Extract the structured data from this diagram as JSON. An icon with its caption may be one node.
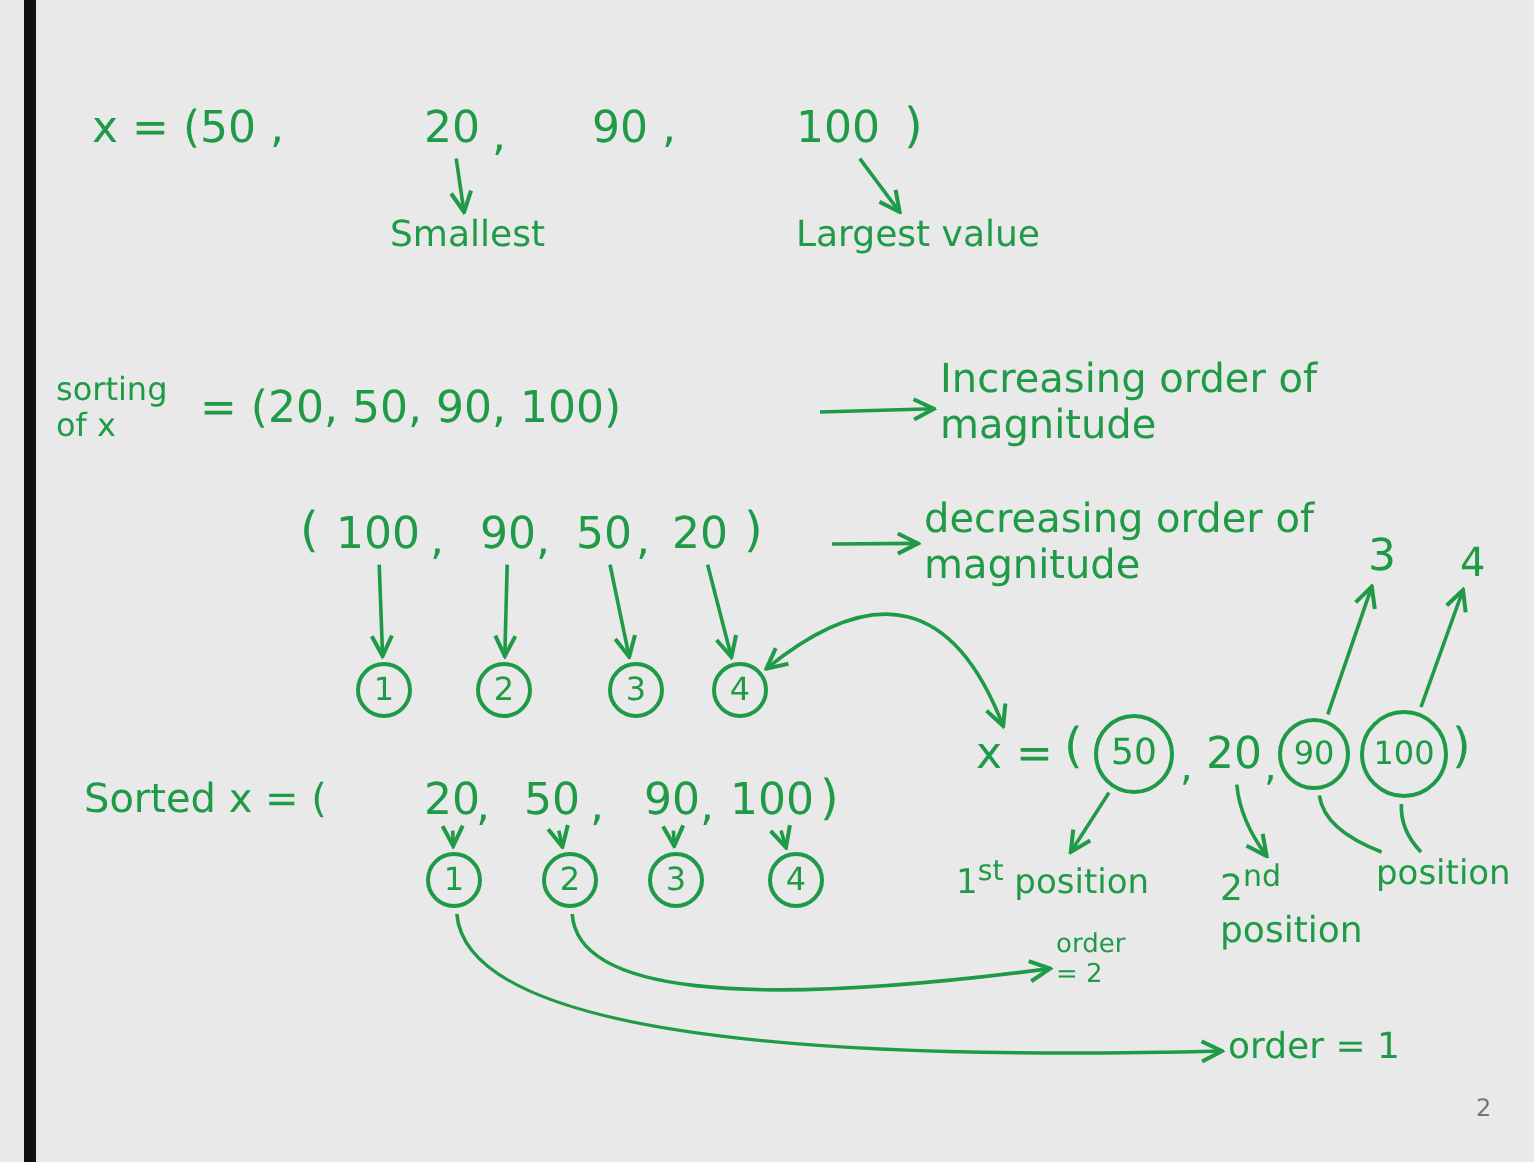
{
  "diagram": {
    "nodes": [
      {
        "text": [
          "20"
        ]
      },
      {
        "text": [
          "100"
        ]
      },
      {
        "text": [
          "Smallest"
        ]
      },
      {
        "text": [
          "Largest value"
        ]
      },
      {
        "text": [
          "Increasing order of magnitude"
        ]
      },
      {
        "text": [
          "100"
        ]
      },
      {
        "text": [
          "90"
        ]
      },
      {
        "text": [
          "50"
        ]
      },
      {
        "text": [
          "20"
        ]
      },
      {
        "text": [
          "decreasing order of magnitude"
        ]
      },
      {
        "text": [
          "1"
        ]
      },
      {
        "text": [
          "2"
        ]
      },
      {
        "text": [
          "3"
        ]
      },
      {
        "text": [
          "4"
        ]
      },
      {
        "text": [
          "20"
        ]
      },
      {
        "text": [
          "50"
        ]
      },
      {
        "text": [
          "90"
        ]
      },
      {
        "text": [
          "100"
        ]
      },
      {
        "text": [
          "1"
        ]
      },
      {
        "text": [
          "2"
        ]
      },
      {
        "text": [
          "3"
        ]
      },
      {
        "text": [
          "4"
        ]
      },
      {
        "text": [
          "x ="
        ]
      },
      {
        "text": [
          "50"
        ]
      },
      {
        "text": [
          "20"
        ]
      },
      {
        "text": [
          "90"
        ]
      },
      {
        "text": [
          "100"
        ]
      },
      {
        "text": [
          "3"
        ]
      },
      {
        "text": [
          "4"
        ]
      },
      {
        "text": [
          "1$^{st}$ position"
        ]
      },
      {
        "text": [
          "2$^{nd}$ position"
        ]
      },
      {
        "text": [
          "position"
        ]
      },
      {
        "text": [
          "order = 2"
        ]
      },
      {
        "text": [
          "order = 1"
        ]
      }
    ],
    "edges": [
      {
        "from": 0,
        "to": 2,
        "arrow": "to"
      },
      {
        "from": 1,
        "to": 3,
        "arrow": "to"
      },
      {
        "from": null,
        "to": 4,
        "arrow": "to"
      },
      {
        "from": null,
        "to": 9,
        "arrow": "to"
      },
      {
        "from": 5,
        "to": 10,
        "arrow": "to"
      },
      {
        "from": 6,
        "to": 11,
        "arrow": "to"
      },
      {
        "from": 7,
        "to": 12,
        "arrow": "to"
      },
      {
        "from": 8,
        "to": 13,
        "arrow": "to"
      },
      {
        "from": 13,
        "to": 22,
        "arrow": "both"
      },
      {
        "from": 14,
        "to": 18,
        "arrow": "to"
      },
      {
        "from": 15,
        "to": 19,
        "arrow": "to"
      },
      {
        "from": 16,
        "to": 20,
        "arrow": "to"
      },
      {
        "from": 17,
        "to": 21,
        "arrow": "to"
      },
      {
        "from": 18,
        "to": 33,
        "arrow": "to"
      },
      {
        "from": 19,
        "to": 32,
        "arrow": "to"
      },
      {
        "from": 23,
        "to": 29,
        "arrow": "to"
      },
      {
        "from": 24,
        "to": 30,
        "arrow": "to"
      },
      {
        "from": 25,
        "to": 27,
        "arrow": "to"
      },
      {
        "from": 26,
        "to": 28,
        "arrow": "to"
      },
      {
        "from": 25,
        "to": 31,
        "arrow": "none"
      },
      {
        "from": 26,
        "to": 31,
        "arrow": "none"
      }
    ],
    "labels": [
      "x = (50 ,",
      ",",
      "90 ,",
      ")",
      "sorting of x",
      "= (20, 50, 90, 100)",
      "(",
      ",",
      ",",
      ",",
      ")",
      "Sorted x = (",
      ",",
      ",",
      ",",
      ")",
      "(",
      ",",
      ",",
      ")",
      "2"
    ]
  }
}
